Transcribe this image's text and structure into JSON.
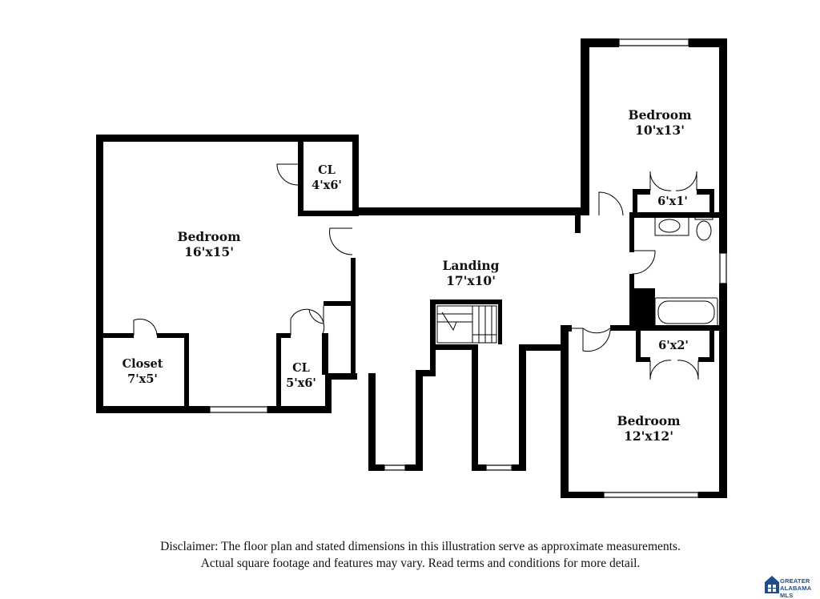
{
  "rooms": [
    {
      "name": "Bedroom",
      "dims": "10'x13'"
    },
    {
      "name": "CL",
      "dims": "4'x6'"
    },
    {
      "name": "6'x1'",
      "dims": ""
    },
    {
      "name": "Bedroom",
      "dims": "16'x15'"
    },
    {
      "name": "Landing",
      "dims": "17'x10'"
    },
    {
      "name": "Closet",
      "dims": "7'x5'"
    },
    {
      "name": "CL",
      "dims": "5'x6'"
    },
    {
      "name": "6'x2'",
      "dims": ""
    },
    {
      "name": "Bedroom",
      "dims": "12'x12'"
    }
  ],
  "disclaimer": {
    "line1": "Disclaimer: The floor plan and stated dimensions in this illustration serve as approximate measurements.",
    "line2": "Actual square footage and features may vary. Read terms and conditions for more detail."
  },
  "logo": {
    "line1": "GREATER",
    "line2": "ALABAMA",
    "line3": "MLS",
    "color": "#1f4e8c"
  },
  "colors": {
    "wall": "#000000",
    "background": "#ffffff"
  }
}
